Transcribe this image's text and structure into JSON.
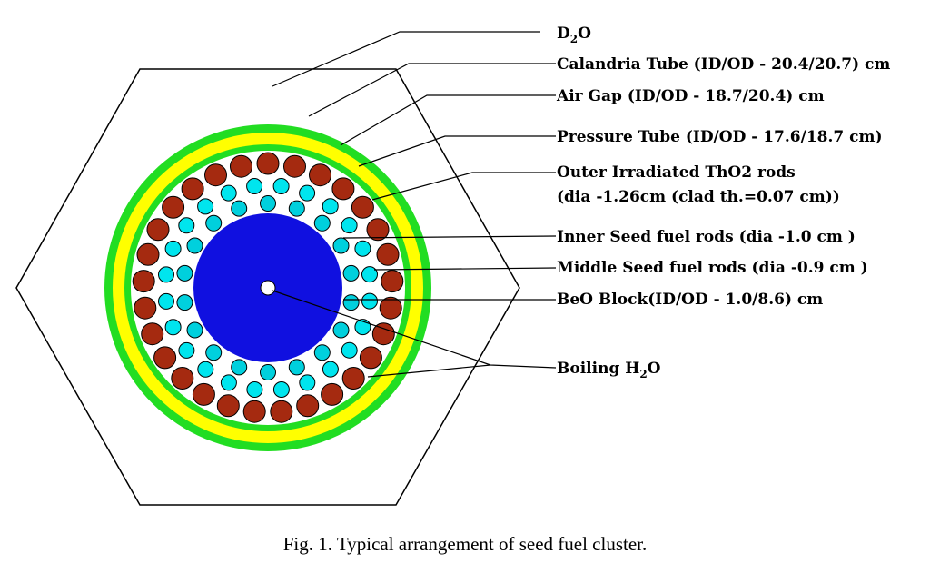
{
  "labels": {
    "d2o_main": "D",
    "d2o_sub": "2",
    "d2o_tail": "O",
    "calandria": "Calandria Tube  (ID/OD - 20.4/20.7) cm",
    "air_gap": "Air Gap (ID/OD - 18.7/20.4) cm",
    "pressure": "Pressure Tube (ID/OD - 17.6/18.7 cm)",
    "outer_line1": "Outer Irradiated ThO2 rods",
    "outer_line2": "(dia -1.26cm (clad th.=0.07 cm))",
    "inner_seed": "Inner Seed fuel rods (dia -1.0 cm )",
    "middle_seed": "Middle Seed fuel rods (dia -0.9 cm )",
    "beo": "BeO Block(ID/OD - 1.0/8.6) cm",
    "boiling_main": "Boiling H",
    "boiling_sub": "2",
    "boiling_tail": "O"
  },
  "caption": "Fig. 1.  Typical arrangement of seed fuel cluster.",
  "rings": {
    "outer_count": 29,
    "middle_count": 24,
    "inner_count": 18
  },
  "colors": {
    "calandria_ring": "#22dd22",
    "air_gap": "#ffff00",
    "pressure_tube": "#22dd22",
    "coolant": "#ffffff",
    "thorium_rods": "#a52a10",
    "middle_seed_rods": "#00e5ee",
    "inner_seed_rods": "#00d0dd",
    "beo_block": "#1010e0",
    "central_hole": "#ffffff"
  }
}
